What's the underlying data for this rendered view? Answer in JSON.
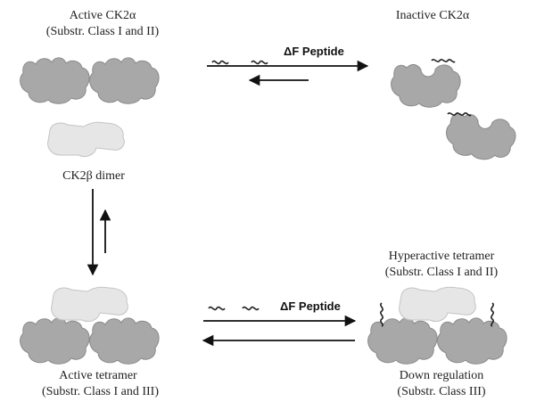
{
  "labels": {
    "active_ck2a_title": "Active CK2α",
    "active_ck2a_sub": "(Substr. Class I and II)",
    "inactive_ck2a": "Inactive  CK2α",
    "ck2b_dimer": "CK2β dimer",
    "hyperactive_title": "Hyperactive tetramer",
    "hyperactive_sub": "(Substr. Class I and II)",
    "active_tetramer_title": "Active tetramer",
    "active_tetramer_sub": "(Substr. Class I and III)",
    "down_regulation_title": "Down regulation",
    "down_regulation_sub": "(Substr. Class III)",
    "peptide_top": "ΔF Peptide",
    "peptide_bottom": "ΔF Peptide"
  },
  "colors": {
    "alpha_fill": "#a8a8a8",
    "alpha_stroke": "#8a8a8a",
    "beta_fill": "#e6e6e6",
    "beta_stroke": "#c4c4c4",
    "arrow": "#111111"
  }
}
